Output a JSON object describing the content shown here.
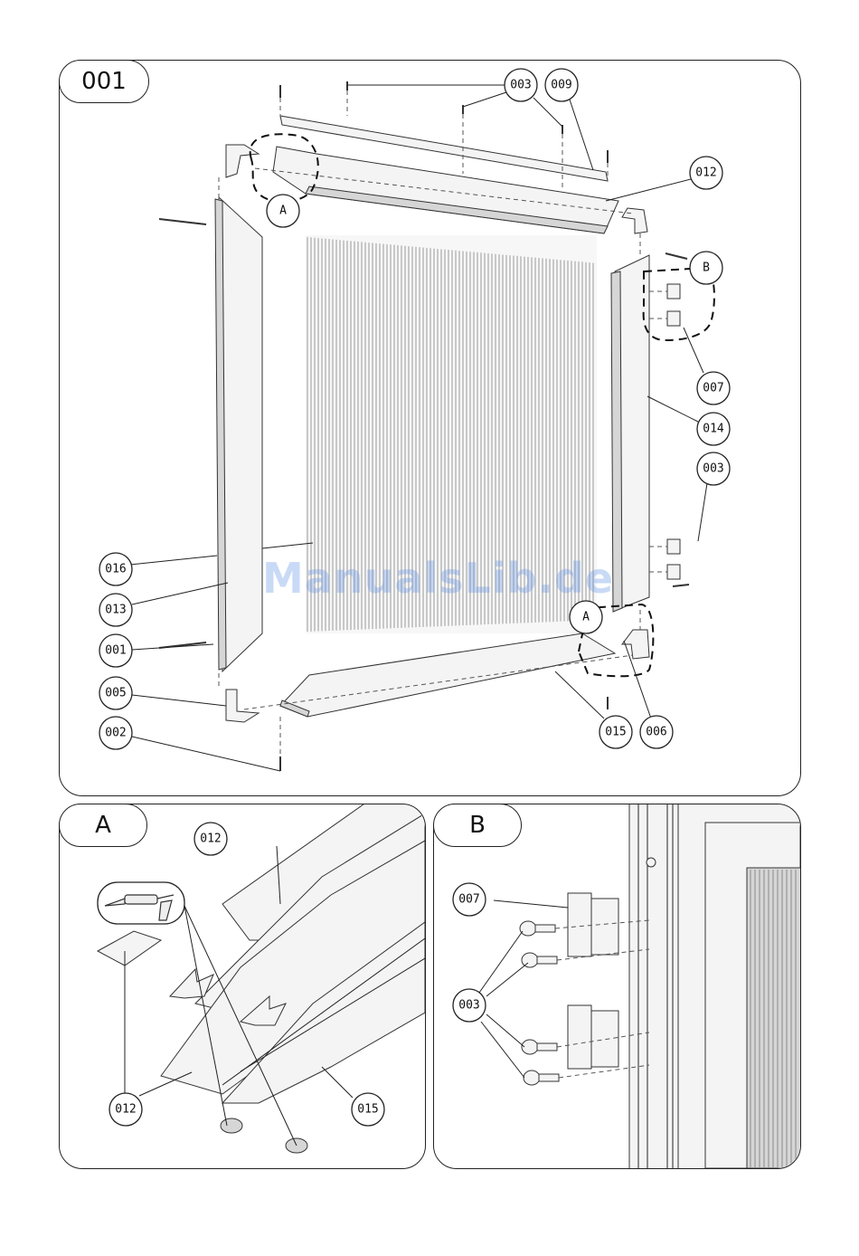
{
  "panels": {
    "main": {
      "label": "001"
    },
    "detail_a": {
      "label": "A"
    },
    "detail_b": {
      "label": "B"
    }
  },
  "callouts_main": [
    "003",
    "009",
    "012",
    "A",
    "B",
    "007",
    "014",
    "003",
    "016",
    "013",
    "001",
    "005",
    "002",
    "A",
    "015",
    "006"
  ],
  "callouts_a": [
    "012",
    "012",
    "015"
  ],
  "callouts_b": [
    "007",
    "003"
  ],
  "watermark": "ManualsLib.de"
}
